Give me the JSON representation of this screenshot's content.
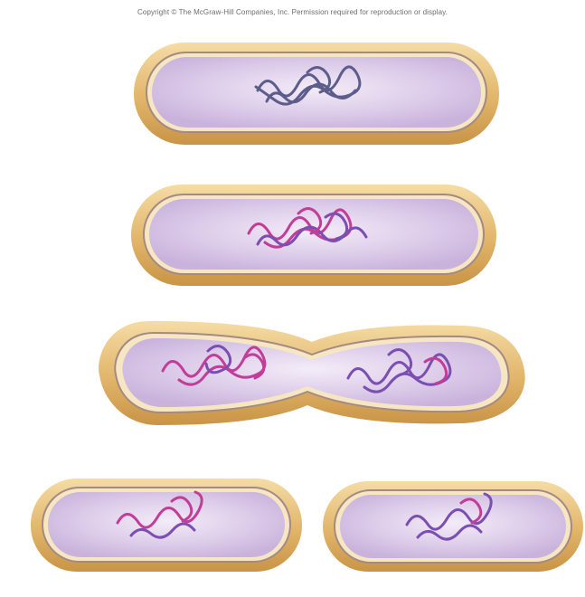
{
  "copyright": "Copyright © The McGraw-Hill Companies, Inc. Permission required for reproduction or display.",
  "colors": {
    "wall_outer": "#d9ad62",
    "wall_inner": "#f2d59a",
    "membrane": "#a38a85",
    "cytoplasm": "#d8c6e7",
    "cytoplasm_light": "#efe6f6",
    "dna_original": "#5d5d8c",
    "dna_old_strand": "#7a4fb1",
    "dna_new_strand": "#c23d97"
  },
  "cells": [
    {
      "id": "stage-1-cell",
      "stage": 1,
      "dna": [
        "original"
      ]
    },
    {
      "id": "stage-2-cell",
      "stage": 2,
      "dna": [
        "replicated"
      ]
    },
    {
      "id": "stage-3-dividing-cell",
      "stage": 3,
      "dna": [
        "new",
        "old"
      ]
    },
    {
      "id": "stage-4-daughter-cell-left",
      "stage": 4,
      "dna": [
        "new"
      ]
    },
    {
      "id": "stage-4-daughter-cell-right",
      "stage": 4,
      "dna": [
        "old"
      ]
    }
  ]
}
